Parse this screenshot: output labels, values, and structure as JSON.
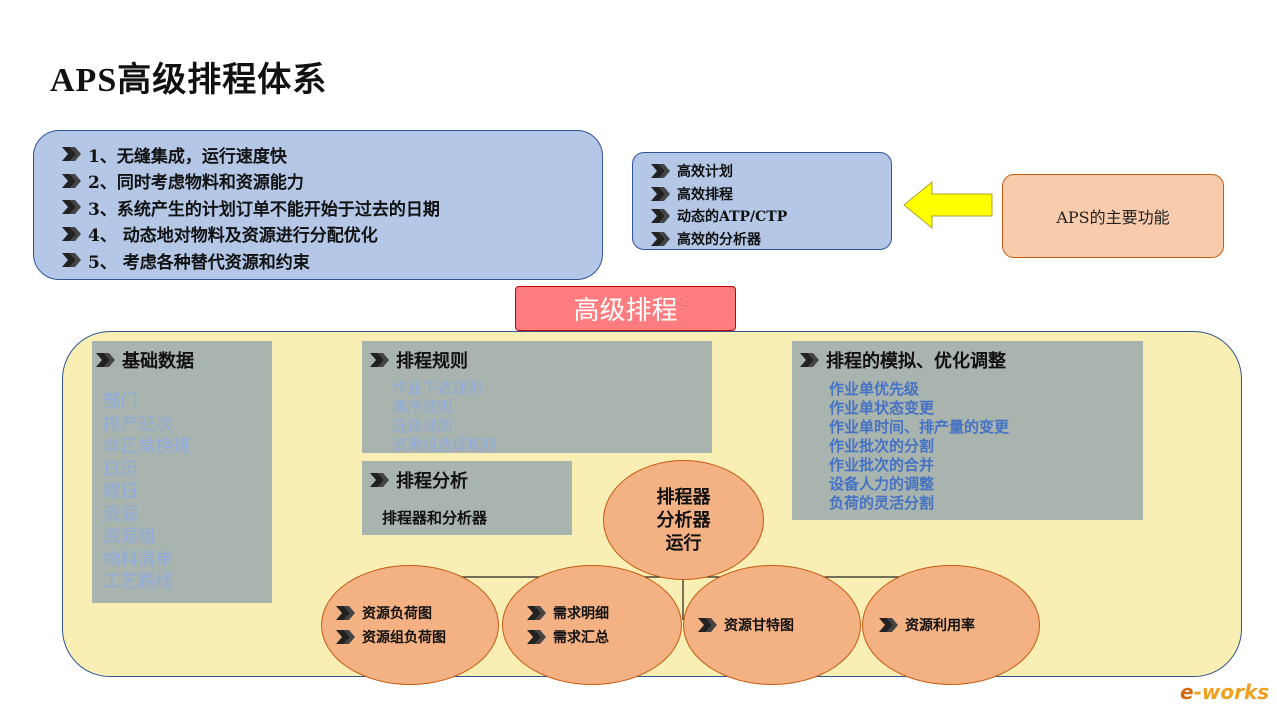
{
  "title": "APS高级排程体系",
  "features": [
    "1、无缝集成，运行速度快",
    "2、同时考虑物料和资源能力",
    "3、系统产生的计划订单不能开始于过去的日期",
    "4、 动态地对物料及资源进行分配优化",
    "5、 考虑各种替代资源和约束"
  ],
  "functions": [
    "高效计划",
    "高效排程",
    "动态的ATP/CTP",
    "高效的分析器"
  ],
  "main_functions_label": "APS的主要功能",
  "advanced_scheduling_label": "高级排程",
  "basic_data": {
    "title": "基础数据",
    "items": [
      "部门",
      "排产班次",
      "非正常换班",
      "日历",
      "假日",
      "资源",
      "资源组",
      "物料清单",
      "工艺路线"
    ]
  },
  "scheduling_rules": {
    "title": "排程规则",
    "items": [
      "作业下达规则",
      "顺序规则",
      "选择规则",
      "资源组选择规则"
    ]
  },
  "scheduling_analysis": {
    "title": "排程分析",
    "subtitle": "排程器和分析器"
  },
  "simulation": {
    "title": "排程的模拟、优化调整",
    "items": [
      "作业单优先级",
      "作业单状态变更",
      "作业单时间、排产量的变更",
      "作业批次的分割",
      "作业批次的合并",
      "设备人力的调整",
      "负荷的灵活分割"
    ]
  },
  "center_node": [
    "排程器",
    "分析器",
    "运行"
  ],
  "outputs": [
    {
      "items": [
        "资源负荷图",
        "资源组负荷图"
      ]
    },
    {
      "items": [
        "需求明细",
        "需求汇总"
      ]
    },
    {
      "items": [
        "资源甘特图"
      ]
    },
    {
      "items": [
        "资源利用率"
      ]
    }
  ],
  "logo": {
    "prefix": "e",
    "rest": "-works"
  },
  "colors": {
    "blue_box": "#b4c7e7",
    "blue_border": "#2f5597",
    "yellow_panel": "#f9efb4",
    "gray_box": "#aab4ae",
    "orange_ellipse": "#f4b183",
    "peach_box": "#f8cbad",
    "pink_label": "#ff7c80",
    "arrow_fill": "#ffff00",
    "light_text": "#8eaadb",
    "blue_text": "#4472c4"
  }
}
